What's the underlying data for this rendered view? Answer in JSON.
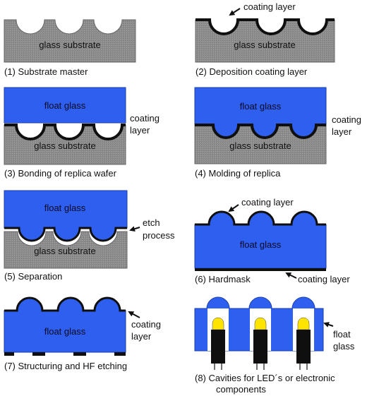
{
  "colors": {
    "glass_substrate": "#8e8e8e",
    "float_glass": "#2f5fef",
    "coating": "#0f0f0f",
    "led_yellow": "#ffe400",
    "led_body": "#0f0f0f"
  },
  "steps": [
    {
      "caption": "(1)  Substrate master",
      "substrate_label": "glass substrate"
    },
    {
      "caption": "(2)  Deposition coating layer",
      "substrate_label": "glass substrate",
      "note": "coating layer"
    },
    {
      "caption": "(3)  Bonding of replica wafer",
      "float_label": "float glass",
      "substrate_label": "glass substrate",
      "note_line1": "coating",
      "note_line2": "layer"
    },
    {
      "caption": "(4)  Molding of replica",
      "float_label": "float glass",
      "substrate_label": "glass substrate",
      "note_line1": "coating",
      "note_line2": "layer"
    },
    {
      "caption": "(5)  Separation",
      "float_label": "float glass",
      "substrate_label": "glass substrate",
      "note_line1": "etch",
      "note_line2": "process"
    },
    {
      "caption": "(6)  Hardmask",
      "float_label": "float glass",
      "note_top": "coating layer",
      "note_bottom": "coating layer"
    },
    {
      "caption": "(7)  Structuring and HF etching",
      "float_label": "float glass",
      "note_line1": "coating",
      "note_line2": "layer"
    },
    {
      "caption_line1": "(8)  Cavities for LED´s or electronic",
      "caption_line2": "components",
      "note_line1": "float",
      "note_line2": "glass"
    }
  ]
}
